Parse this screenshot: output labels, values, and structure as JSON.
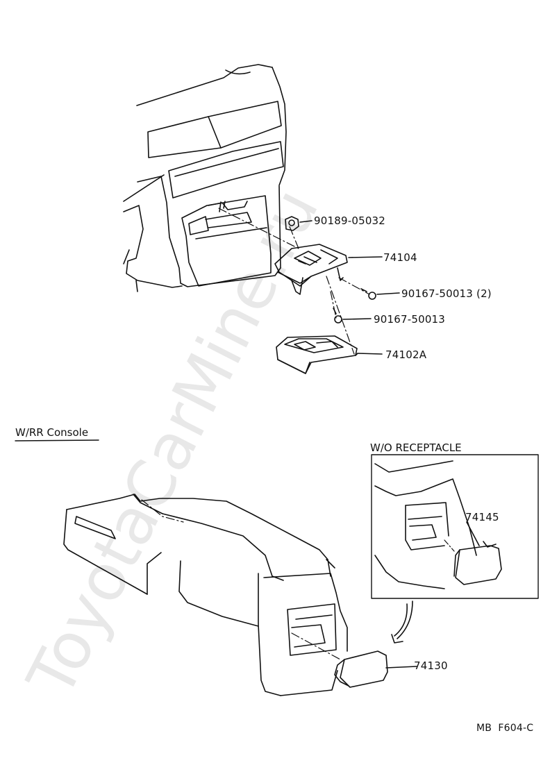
{
  "parts": [
    {
      "number": "90189-05032"
    },
    {
      "number": "74104"
    },
    {
      "number": "90167-50013 (2)"
    },
    {
      "number": "90167-50013"
    },
    {
      "number": "74102A"
    },
    {
      "number": "74145"
    },
    {
      "number": "74130"
    }
  ],
  "sections": {
    "rr_console": "W/RR Console",
    "wo_receptacle": "W/O RECEPTACLE"
  },
  "figure_code": "MB  F604-C",
  "watermark": "ToyotaCarMine.ru",
  "colors": {
    "line": "#111111",
    "watermark": "#e6e6e6"
  }
}
